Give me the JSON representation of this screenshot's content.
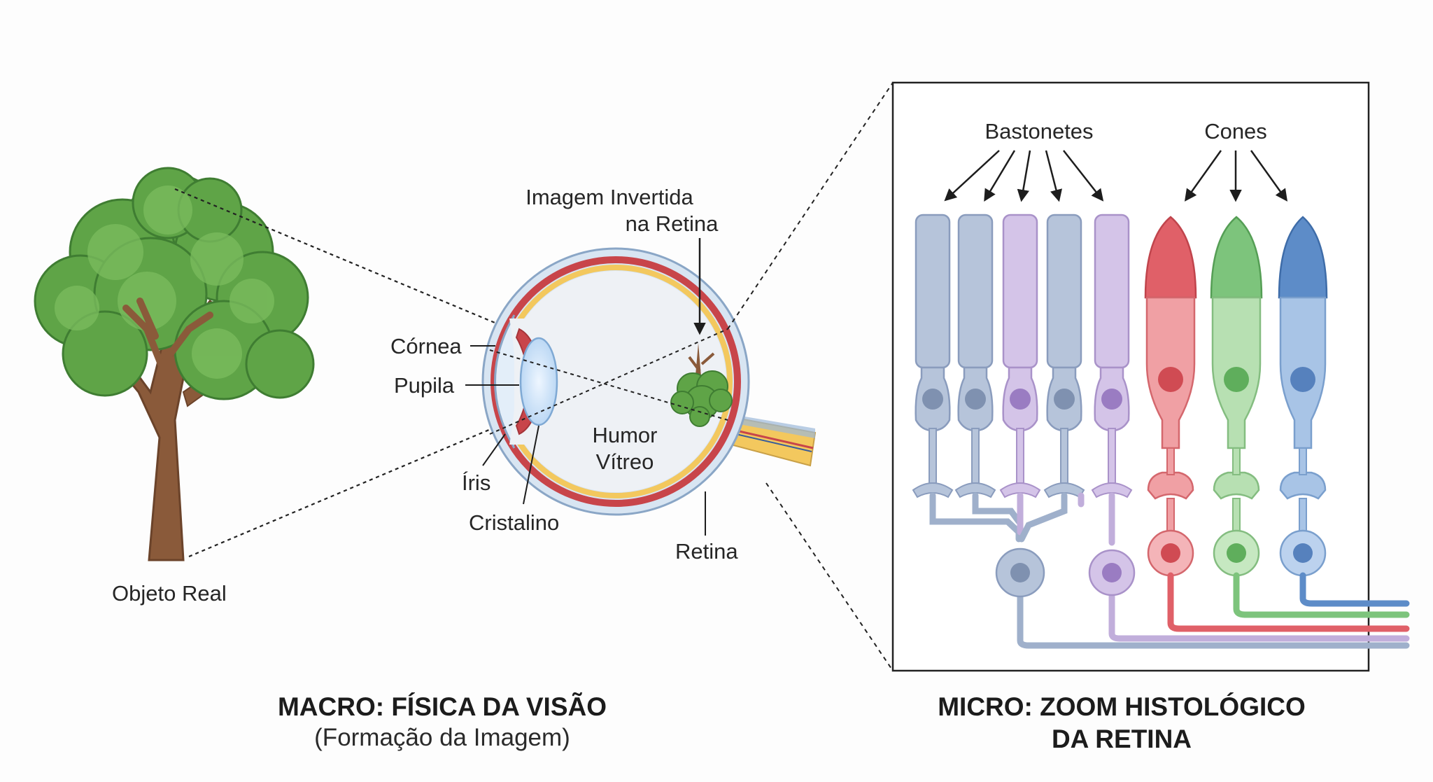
{
  "macro": {
    "object_label": "Objeto Real",
    "inverted_label_1": "Imagem Invertida",
    "inverted_label_2": "na Retina",
    "labels": {
      "cornea": "Córnea",
      "pupil": "Pupila",
      "iris": "Íris",
      "lens": "Cristalino",
      "humor_1": "Humor",
      "humor_2": "Vítreo",
      "retina": "Retina"
    },
    "title": "MACRO: FÍSICA DA VISÃO",
    "subtitle": "(Formação da Imagem)"
  },
  "micro": {
    "rods_label": "Bastonetes",
    "cones_label": "Cones",
    "title_1": "MICRO: ZOOM HISTOLÓGICO",
    "title_2": "DA RETINA"
  },
  "colors": {
    "rod_blue": "#9fb0cb",
    "rod_purple": "#c1aedb",
    "cone_red": "#e06068",
    "cone_green": "#7dc47c",
    "cone_blue": "#5d8cc8",
    "sclera_red": "#c8454a",
    "optic_yellow": "#f3c85e",
    "tree_green": "#5fa447",
    "trunk_brown": "#8a5a3a"
  }
}
